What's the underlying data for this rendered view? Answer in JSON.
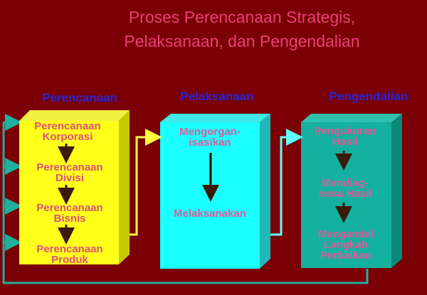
{
  "title": {
    "line1": "Proses Perencanaan Strategis,",
    "line2": "Pelaksanaan, dan Pengendalian"
  },
  "columns": [
    {
      "header": "Perencanaan",
      "color": "#ffff1a",
      "steps": [
        [
          "Perencanaan",
          "Korporasi"
        ],
        [
          "Perencanaan",
          "Divisi"
        ],
        [
          "Perencanaan",
          "Bisnis"
        ],
        [
          "Perencanaan",
          "Produk"
        ]
      ]
    },
    {
      "header": "Pelaksanaan",
      "color": "#1affff",
      "steps": [
        [
          "Mengorgan-",
          "isasikan"
        ],
        [
          "Melaksanakan"
        ]
      ]
    },
    {
      "header": "Pengendalian",
      "color": "#14b0a0",
      "steps": [
        [
          "Pengukuran",
          "Hasil"
        ],
        [
          "Mendiag-",
          "nosa Hasil"
        ],
        [
          "Mengambil",
          "Langkah",
          "Perbaikan"
        ]
      ]
    }
  ]
}
